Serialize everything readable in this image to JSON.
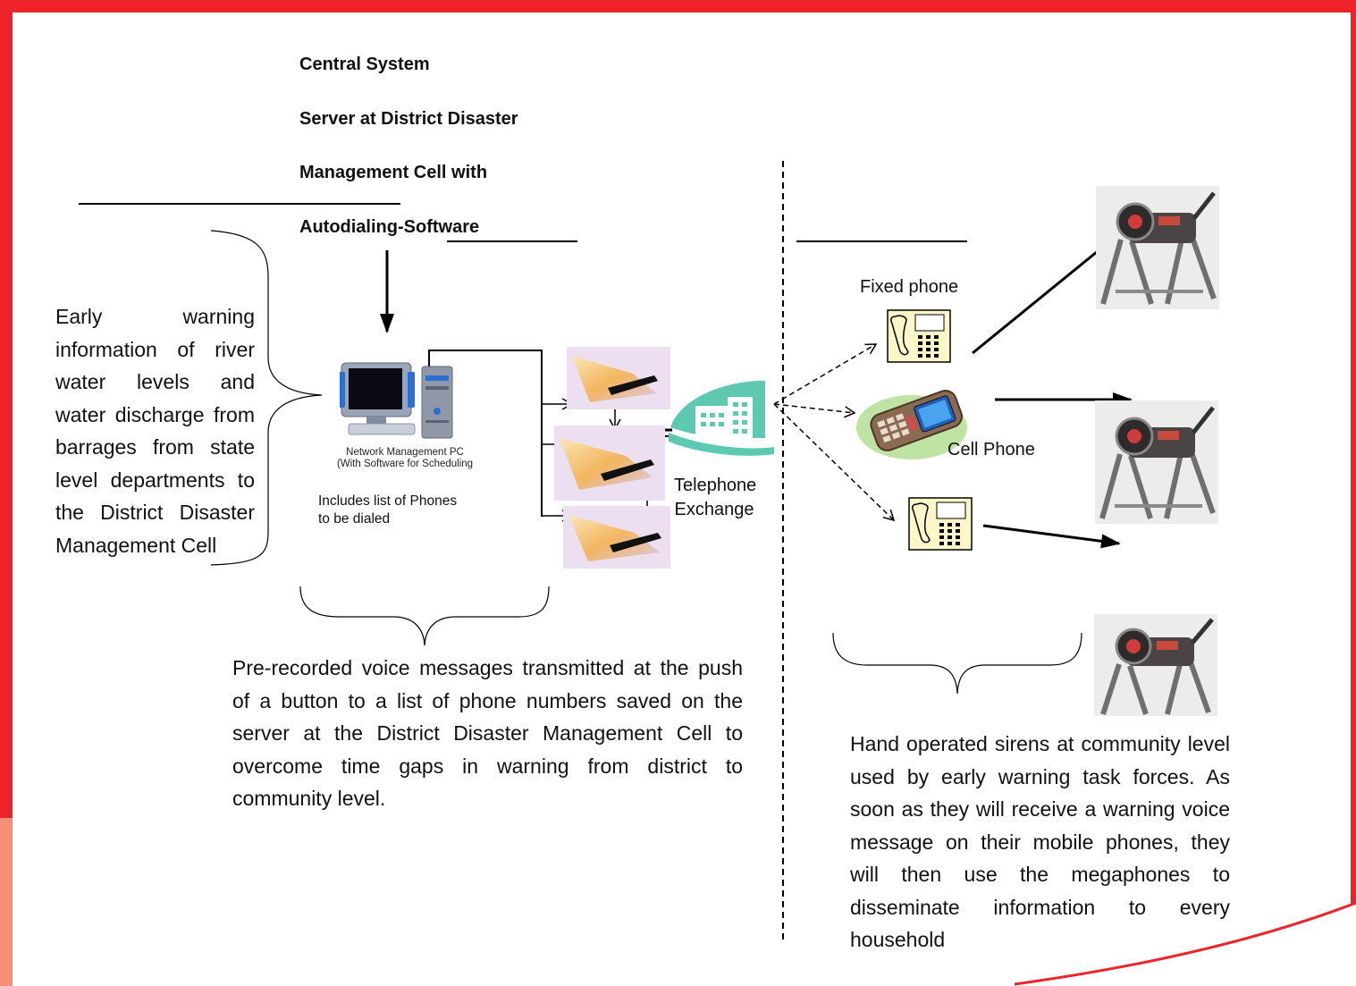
{
  "central_system": {
    "line1": "Central System",
    "line2": "Server at District Disaster",
    "line3": "Management Cell with",
    "line4": "Autodialing-Software"
  },
  "left_description": "Early warning information of river water levels and water discharge from barrages from state level departments to the District Disaster Management Cell",
  "pc": {
    "caption_line1": "Network Management PC",
    "caption_line2": "(With Software for Scheduling",
    "list_line1": "Includes list of Phones",
    "list_line2": "to be dialed"
  },
  "exchange": {
    "line1": "Telephone",
    "line2": "Exchange"
  },
  "devices": {
    "fixed_phone": "Fixed phone",
    "cell_phone": "Cell Phone"
  },
  "bottom_middle": "Pre-recorded voice messages transmitted at the push of a button to a list of phone numbers saved on the server at the District Disaster Management Cell to overcome time gaps in warning from district to community level.",
  "bottom_right": "Hand operated sirens at community level used by early warning task forces. As soon as they will receive a warning voice message on their mobile phones, they will then use the megaphones to disseminate information to every household",
  "colors": {
    "frame_red": "#ee2229",
    "frame_salmon": "#f4907a",
    "exchange_teal": "#5cc9b0"
  }
}
